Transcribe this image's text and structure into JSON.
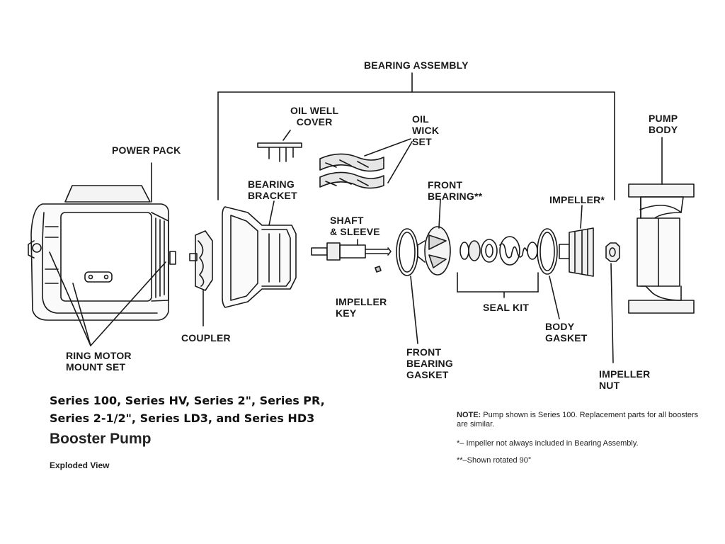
{
  "labels": {
    "bearing_assembly": "BEARING ASSEMBLY",
    "oil_well_cover": "OIL WELL\nCOVER",
    "oil_wick_set": "OIL\nWICK\nSET",
    "pump_body": "PUMP\nBODY",
    "power_pack": "POWER PACK",
    "bearing_bracket": "BEARING\nBRACKET",
    "front_bearing": "FRONT\nBEARING**",
    "impeller": "IMPELLER*",
    "shaft_sleeve": "SHAFT\n& SLEEVE",
    "impeller_key": "IMPELLER\nKEY",
    "seal_kit": "SEAL KIT",
    "body_gasket": "BODY\nGASKET",
    "coupler": "COUPLER",
    "ring_motor_mount_set": "RING MOTOR\nMOUNT SET",
    "front_bearing_gasket": "FRONT\nBEARING\nGASKET",
    "impeller_nut": "IMPELLER\nNUT"
  },
  "caption": {
    "series_line1": "Series 100, Series HV, Series 2\", Series PR,",
    "series_line2": "Series 2-1/2\", Series LD3, and Series HD3",
    "title": "Booster Pump",
    "subtitle": "Exploded View"
  },
  "notes": {
    "note_label": "NOTE:",
    "note_text": " Pump shown is Series 100. Replacement parts for all boosters are similar.",
    "footnote_1": "*– Impeller not always included in Bearing Assembly.",
    "footnote_2": "**–Shown rotated 90°"
  }
}
